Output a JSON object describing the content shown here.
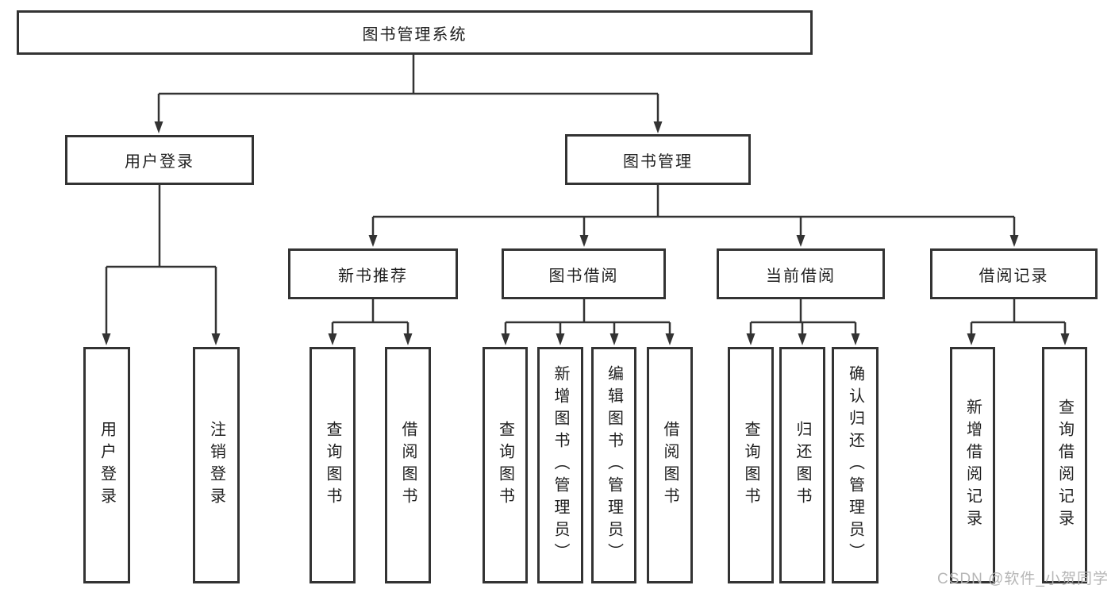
{
  "diagram": {
    "colors": {
      "line": "#333333",
      "box_border": "#333333",
      "text": "#1f1f1f",
      "background": "#ffffff",
      "watermark": "#b2b2b2"
    },
    "root": {
      "label": "图书管理系统"
    },
    "user_login": {
      "label": "用户登录",
      "leaves": [
        {
          "label": "用户登录"
        },
        {
          "label": "注销登录"
        }
      ]
    },
    "book_management": {
      "label": "图书管理",
      "modules": [
        {
          "label": "新书推荐",
          "leaves": [
            {
              "label": "查询图书"
            },
            {
              "label": "借阅图书"
            }
          ]
        },
        {
          "label": "图书借阅",
          "leaves": [
            {
              "label": "查询图书"
            },
            {
              "label": "新增图书（管理员）"
            },
            {
              "label": "编辑图书（管理员）"
            },
            {
              "label": "借阅图书"
            }
          ]
        },
        {
          "label": "当前借阅",
          "leaves": [
            {
              "label": "查询图书"
            },
            {
              "label": "归还图书"
            },
            {
              "label": "确认归还（管理员）"
            }
          ]
        },
        {
          "label": "借阅记录",
          "leaves": [
            {
              "label": "新增借阅记录"
            },
            {
              "label": "查询借阅记录"
            }
          ]
        }
      ]
    },
    "watermark": "CSDN @软件_小贺同学"
  }
}
